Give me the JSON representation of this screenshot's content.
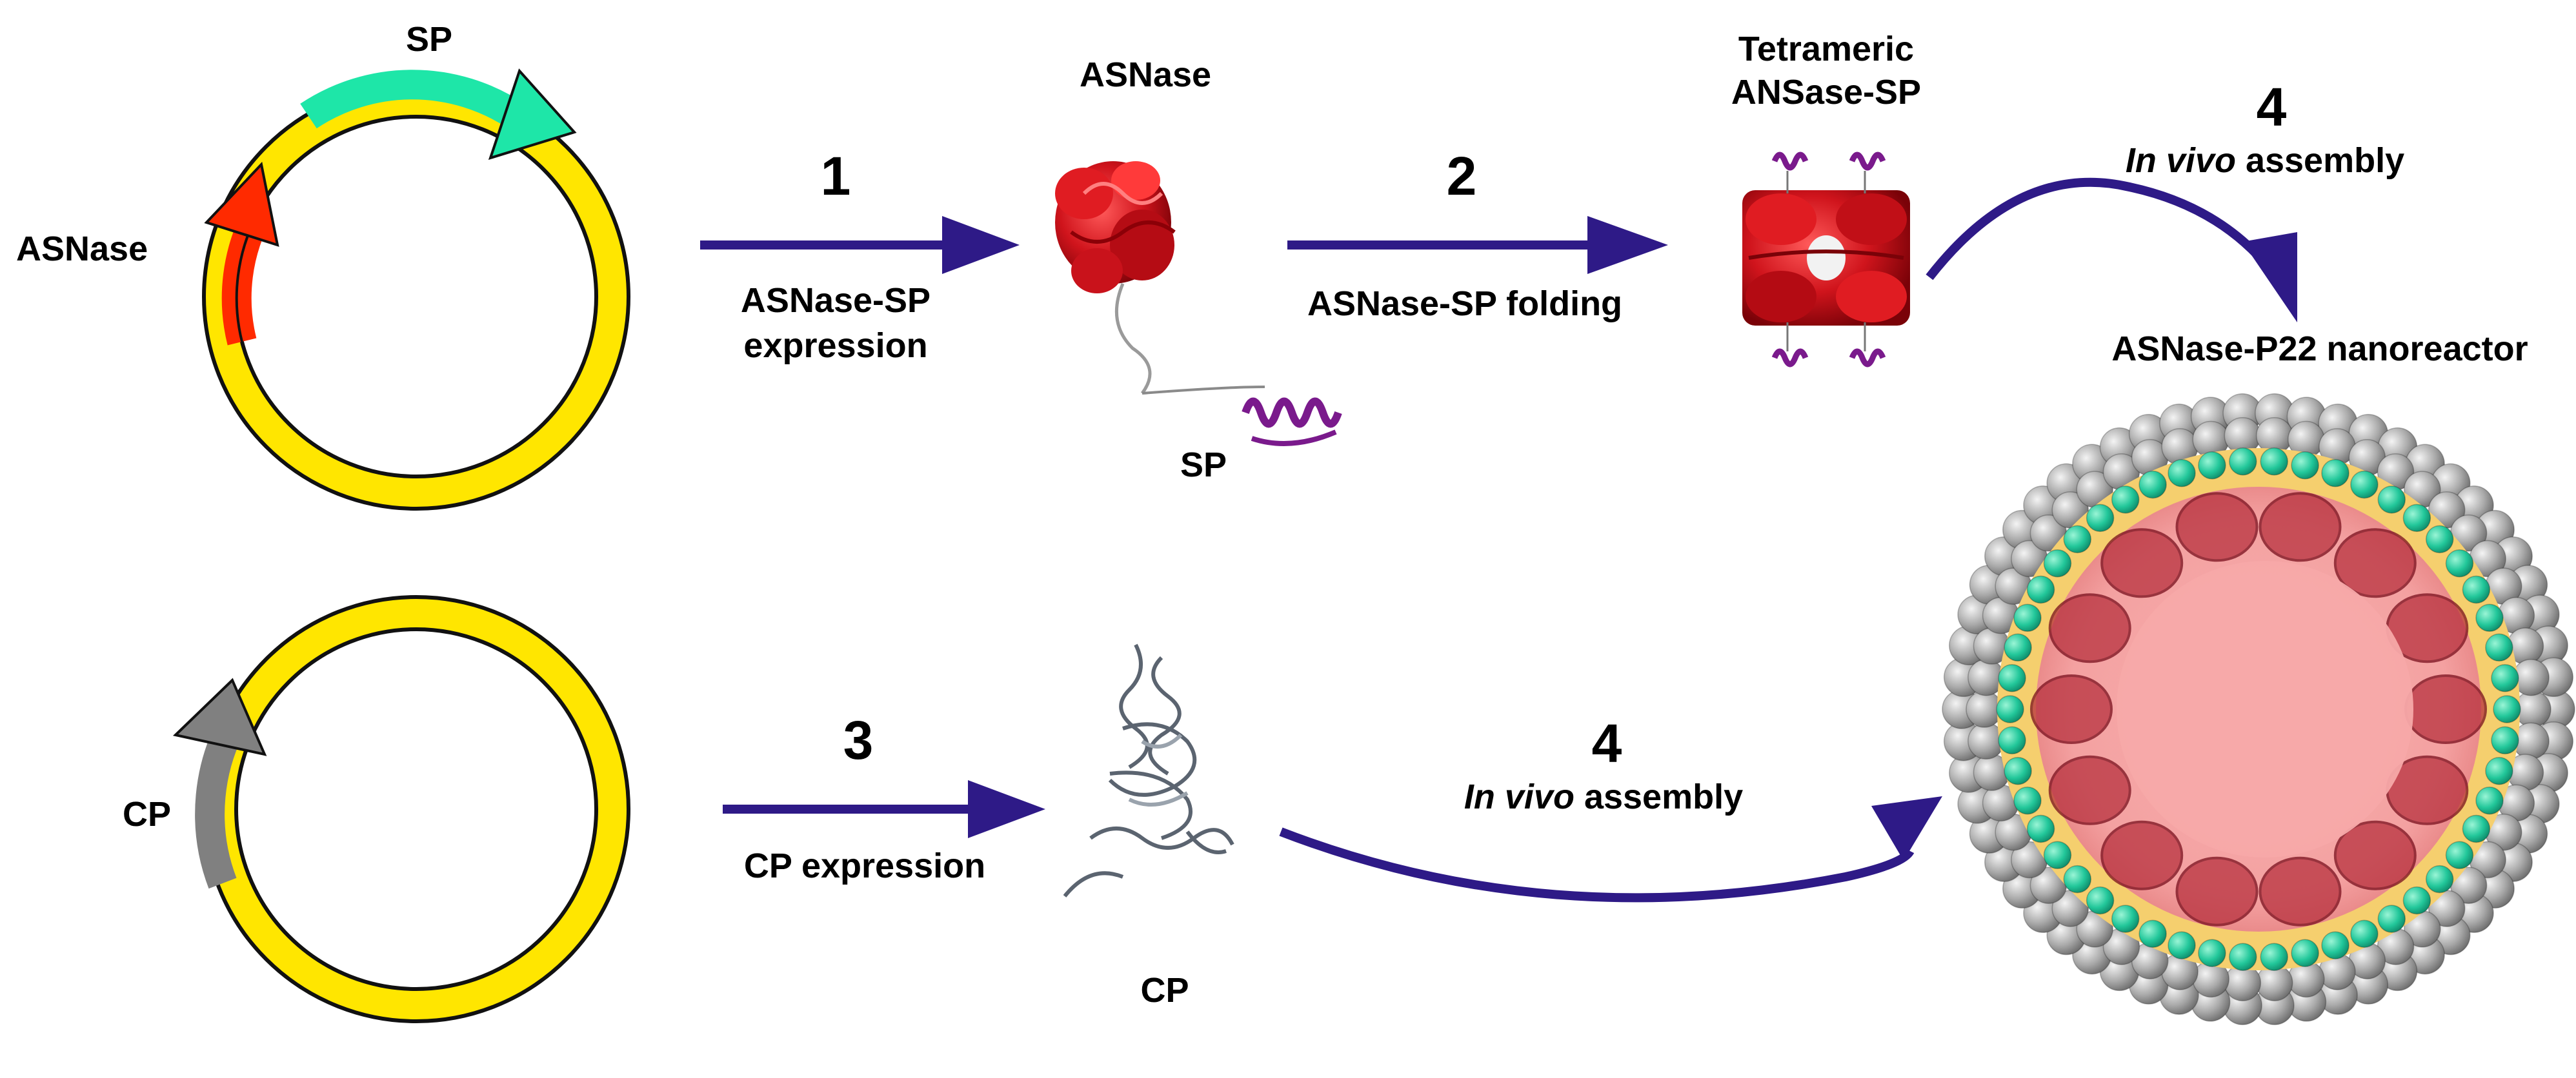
{
  "plasmid_top": {
    "gene_label": "ASNase",
    "tag_label": "SP"
  },
  "plasmid_bottom": {
    "gene_label": "CP"
  },
  "step1": {
    "number": "1",
    "caption_line1": "ASNase-SP",
    "caption_line2": "expression"
  },
  "step2": {
    "number": "2",
    "caption": "ASNase-SP folding"
  },
  "step3": {
    "number": "3",
    "caption": "CP expression"
  },
  "step4_top": {
    "number": "4",
    "caption_italic": "In vivo",
    "caption_rest": " assembly"
  },
  "step4_bottom": {
    "number": "4",
    "caption_italic": "In vivo",
    "caption_rest": " assembly"
  },
  "monomer": {
    "title": "ASNase",
    "tag_label": "SP"
  },
  "tetramer": {
    "title_line1": "Tetrameric",
    "title_line2": "ANSase-SP"
  },
  "coat_protein": {
    "label": "CP"
  },
  "nanoreactor": {
    "title": "ASNase-P22 nanoreactor"
  },
  "colors": {
    "plasmid_ring": "#ffe600",
    "plasmid_outline": "#111111",
    "asnase_gene": "#ff2a00",
    "sp_gene": "#1ee6a8",
    "cp_gene": "#808080",
    "arrow": "#2e1a87",
    "protein_red": "#d0141c",
    "sp_helix": "#7a1a8c",
    "capsid_gray": "#a9a9a9",
    "capsid_teal": "#22c79a",
    "capsid_yellow": "#f5cf6e",
    "capsid_core": "#f7a9a9"
  },
  "icons": [
    "plasmid-icon",
    "gene-arrow-icon",
    "process-arrow-icon",
    "protein-structure-icon",
    "capsid-icon"
  ]
}
